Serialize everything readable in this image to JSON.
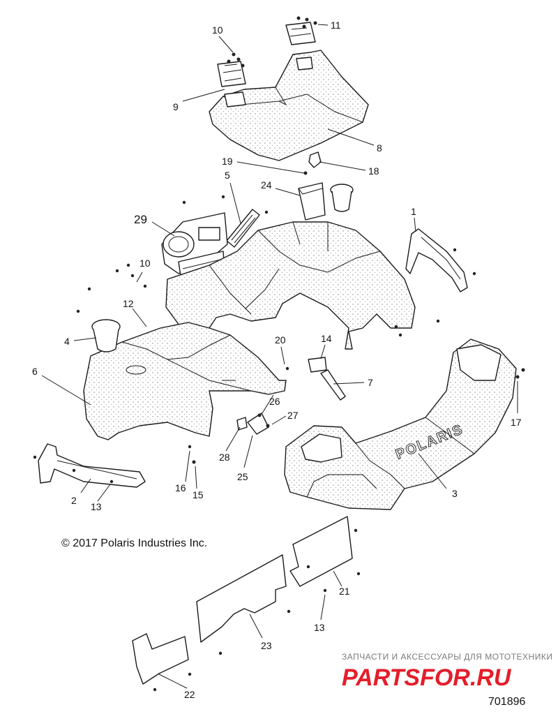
{
  "diagram": {
    "copyright": "© 2017 Polaris Industries Inc.",
    "figure_number": "701896",
    "hood_text": "POLARIS",
    "watermark": {
      "tagline": "ЗАПЧАСТИ И АКСЕССУАРЫ ДЛЯ МОТОТЕХНИКИ",
      "logo": "PARTSFOR.RU"
    },
    "callouts": [
      {
        "id": "c10a",
        "label": "10"
      },
      {
        "id": "c11",
        "label": "11"
      },
      {
        "id": "c9",
        "label": "9"
      },
      {
        "id": "c8",
        "label": "8"
      },
      {
        "id": "c19",
        "label": "19"
      },
      {
        "id": "c18",
        "label": "18"
      },
      {
        "id": "c5",
        "label": "5"
      },
      {
        "id": "c24",
        "label": "24"
      },
      {
        "id": "c29",
        "label": "29"
      },
      {
        "id": "c1",
        "label": "1"
      },
      {
        "id": "c10b",
        "label": "10"
      },
      {
        "id": "c12",
        "label": "12"
      },
      {
        "id": "c4",
        "label": "4"
      },
      {
        "id": "c20",
        "label": "20"
      },
      {
        "id": "c14",
        "label": "14"
      },
      {
        "id": "c6",
        "label": "6"
      },
      {
        "id": "c7",
        "label": "7"
      },
      {
        "id": "c26",
        "label": "26"
      },
      {
        "id": "c27",
        "label": "27"
      },
      {
        "id": "c17",
        "label": "17"
      },
      {
        "id": "c28",
        "label": "28"
      },
      {
        "id": "c25",
        "label": "25"
      },
      {
        "id": "c16",
        "label": "16"
      },
      {
        "id": "c15",
        "label": "15"
      },
      {
        "id": "c2",
        "label": "2"
      },
      {
        "id": "c13a",
        "label": "13"
      },
      {
        "id": "c3",
        "label": "3"
      },
      {
        "id": "c21",
        "label": "21"
      },
      {
        "id": "c13b",
        "label": "13"
      },
      {
        "id": "c23",
        "label": "23"
      },
      {
        "id": "c22",
        "label": "22"
      }
    ]
  }
}
